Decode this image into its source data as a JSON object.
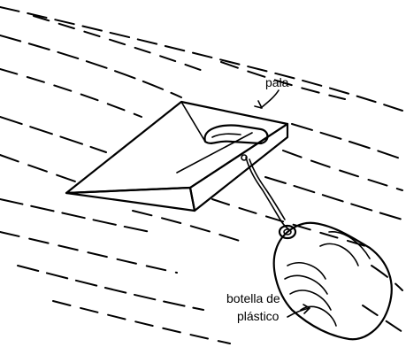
{
  "labels": {
    "pala": "pala",
    "botella_line1": "botella de",
    "botella_line2": "plástico"
  }
}
